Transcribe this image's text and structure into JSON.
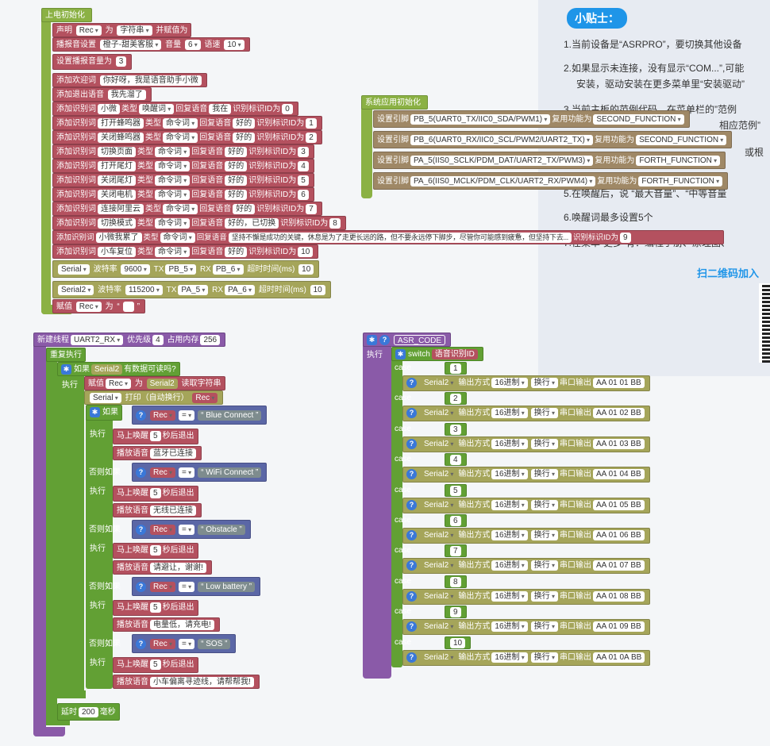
{
  "tips": {
    "title": "小贴士：",
    "lines": [
      "1.当前设备是“ASRPRO”，要切换其他设备",
      "2.如果显示未连接，没有显示“COM...”,可能",
      "安装，驱动安装在更多菜单里“安装驱动”",
      "3.当前主板的范例代码，在菜单栏的”范例",
      "相应范例”",
      "或根",
      "5.在唤醒后，说 “最大音量”、“中等音量",
      "6.唤醒词最多设置5个",
      "7.在菜单“更多”有：编程手册、原理图、"
    ],
    "qr_text": "扫二维码加入"
  },
  "setup": {
    "title": "上电初始化",
    "declare": {
      "label": "声明",
      "var": "Rec",
      "as": "为",
      "type": "字符串",
      "assign": "并赋值为"
    },
    "voice": {
      "label": "播报音设置",
      "voice": "橙子-甜美客服",
      "vol_label": "音量",
      "vol": "6",
      "speed_label": "语速",
      "speed": "10"
    },
    "set_volume": {
      "label": "设置播报音量为",
      "val": "3"
    },
    "welcome": {
      "label": "添加欢迎词",
      "val": "你好呀，我是语音助手小微"
    },
    "exit": {
      "label": "添加退出语音",
      "val": "我先溜了"
    },
    "type_label": "类型",
    "reply_label": "回复语音",
    "id_label": "识别标识ID为",
    "add_label": "添加识别词",
    "words": [
      {
        "word": "小微",
        "type": "唤醒词",
        "reply": "我在",
        "id": "0"
      },
      {
        "word": "打开蜂鸣器",
        "type": "命令词",
        "reply": "好的",
        "id": "1"
      },
      {
        "word": "关闭蜂鸣器",
        "type": "命令词",
        "reply": "好的",
        "id": "2"
      },
      {
        "word": "切换页面",
        "type": "命令词",
        "reply": "好的",
        "id": "3"
      },
      {
        "word": "打开尾灯",
        "type": "命令词",
        "reply": "好的",
        "id": "4"
      },
      {
        "word": "关闭尾灯",
        "type": "命令词",
        "reply": "好的",
        "id": "5"
      },
      {
        "word": "关闭电机",
        "type": "命令词",
        "reply": "好的",
        "id": "6"
      },
      {
        "word": "连接阿里云",
        "type": "命令词",
        "reply": "好的",
        "id": "7"
      },
      {
        "word": "切换模式",
        "type": "命令词",
        "reply": "好的，已切换",
        "id": "8"
      },
      {
        "word": "小微我累了",
        "type": "命令词",
        "reply": "坚持不懈是成功的关键，休息是为了走更长远的路，但不要永远停下脚步，尽管你可能感到疲惫，但坚持下去...",
        "id": "9"
      },
      {
        "word": "小车复位",
        "type": "命令词",
        "reply": "好的",
        "id": "10"
      }
    ],
    "serial1": {
      "port": "Serial",
      "baud_label": "波特率",
      "baud": "9600",
      "tx_label": "TX",
      "tx": "PB_5",
      "rx_label": "RX",
      "rx": "PB_6",
      "timeout_label": "超时时间(ms)",
      "timeout": "10"
    },
    "serial2": {
      "port": "Serial2",
      "baud_label": "波特率",
      "baud": "115200",
      "tx_label": "TX",
      "tx": "PA_5",
      "rx_label": "RX",
      "rx": "PA_6",
      "timeout_label": "超时时间(ms)",
      "timeout": "10"
    },
    "assign": {
      "label": "赋值",
      "var": "Rec",
      "as": "为",
      "open": "“",
      "close": "”"
    }
  },
  "sysinit": {
    "title": "系统应用初始化",
    "pin_label": "设置引脚",
    "func_label": "复用功能为",
    "pins": [
      {
        "pin": "PB_5(UART0_TX/IIC0_SDA/PWM1)",
        "func": "SECOND_FUNCTION"
      },
      {
        "pin": "PB_6(UART0_RX/IIC0_SCL/PWM2/UART2_TX)",
        "func": "SECOND_FUNCTION"
      },
      {
        "pin": "PA_5(IIS0_SCLK/PDM_DAT/UART2_TX/PWM3)",
        "func": "FORTH_FUNCTION"
      },
      {
        "pin": "PA_6(IIS0_MCLK/PDM_CLK/UART2_RX/PWM4)",
        "func": "FORTH_FUNCTION"
      }
    ]
  },
  "thread": {
    "label": "新建线程",
    "name": "UART2_RX",
    "prio_label": "优先级",
    "prio": "4",
    "mem_label": "占用内存",
    "mem": "256",
    "repeat": "重复执行",
    "if_label": "如果",
    "exec": "执行",
    "readable_label": "有数据可读吗?",
    "port": "Serial2",
    "assign": "赋值",
    "var": "Rec",
    "as": "为",
    "read_label": "读取字符串",
    "print_port": "Serial",
    "print_label": "打印（自动换行）",
    "cmp_var": "Rec",
    "eq": "=",
    "wake_label": "马上唤醒",
    "wake_sec": "5",
    "sec_label": "秒后退出",
    "play_label": "播放语音",
    "else_if": "否则如果",
    "branches": [
      {
        "str": "Blue Connect",
        "play": "蓝牙已连接"
      },
      {
        "str": "WiFi Connect",
        "play": "无线已连接"
      },
      {
        "str": "Obstacle",
        "play": "请避让，谢谢!"
      },
      {
        "str": "Low battery",
        "play": "电量低，请充电!"
      },
      {
        "str": "SOS",
        "play": "小车偏离寻迹线，请帮帮我!"
      }
    ],
    "delay_label": "延时",
    "delay": "200",
    "ms_label": "毫秒"
  },
  "asr": {
    "label": "ASR_CODE",
    "exec": "执行",
    "switch_label": "switch",
    "switch_val": "语音识别ID",
    "case_label": "case",
    "port": "Serial2",
    "out_label": "输出方式",
    "mode": "16进制",
    "newline": "换行",
    "uart_label": "串口输出",
    "cases": [
      {
        "n": "1",
        "code": "AA 01 01 BB"
      },
      {
        "n": "2",
        "code": "AA 01 02 BB"
      },
      {
        "n": "3",
        "code": "AA 01 03 BB"
      },
      {
        "n": "4",
        "code": "AA 01 04 BB"
      },
      {
        "n": "5",
        "code": "AA 01 05 BB"
      },
      {
        "n": "6",
        "code": "AA 01 06 BB"
      },
      {
        "n": "7",
        "code": "AA 01 07 BB"
      },
      {
        "n": "8",
        "code": "AA 01 08 BB"
      },
      {
        "n": "9",
        "code": "AA 01 09 BB"
      },
      {
        "n": "10",
        "code": "AA 01 0A BB"
      }
    ]
  }
}
